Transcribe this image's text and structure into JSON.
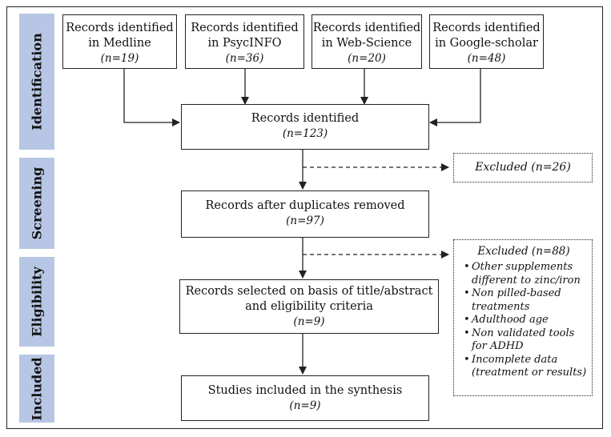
{
  "stages": {
    "identification": "Identification",
    "screening": "Screening",
    "eligibility": "Eligibility",
    "included": "Included"
  },
  "sources": [
    {
      "label_line1": "Records identified",
      "label_line2": "in Medline",
      "n": "(n=19)"
    },
    {
      "label_line1": "Records identified",
      "label_line2": "in PsycINFO",
      "n": "(n=36)"
    },
    {
      "label_line1": "Records identified",
      "label_line2": "in Web-Science",
      "n": "(n=20)"
    },
    {
      "label_line1": "Records identified",
      "label_line2": "in Google-scholar",
      "n": "(n=48)"
    }
  ],
  "identified": {
    "label": "Records identified",
    "n": "(n=123)"
  },
  "excluded_screening": "Excluded (n=26)",
  "after_duplicates": {
    "label": "Records after duplicates removed",
    "n": "(n=97)"
  },
  "eligibility_box": {
    "line1": "Records selected on basis of title/abstract",
    "line2": "and eligibility criteria",
    "n": "(n=9)"
  },
  "excluded_eligibility": {
    "title": "Excluded (n=88)",
    "items": [
      "Other supplements different to zinc/iron",
      "Non pilled-based treatments",
      "Adulthood age",
      "Non validated tools for ADHD",
      "Incomplete data (treatment or results)"
    ]
  },
  "included_box": {
    "label": "Studies included in the synthesis",
    "n": "(n=9)"
  }
}
